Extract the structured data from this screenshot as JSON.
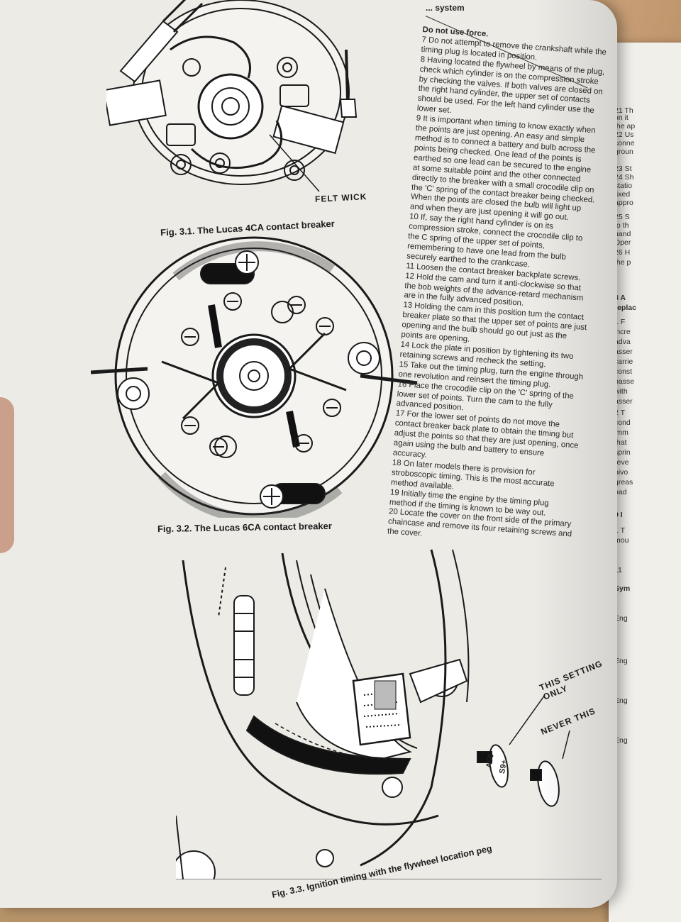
{
  "page_header": "... system",
  "figures": {
    "fig31": {
      "caption": "Fig. 3.1. The Lucas 4CA contact breaker",
      "callout": "FELT WICK"
    },
    "fig32": {
      "caption": "Fig. 3.2. The Lucas 6CA contact breaker"
    },
    "fig33": {
      "caption": "Fig. 3.3. Ignition timing with the flywheel location peg",
      "callout_1": "THIS SETTING ONLY",
      "callout_2": "NEVER THIS",
      "peg_label_1": "A50",
      "peg_label_2": "S9+"
    }
  },
  "text_column": [
    {
      "bold": true,
      "text": "Do not use force."
    },
    {
      "bold": false,
      "text": "7  Do not attempt to remove the crankshaft while the timing plug is located in position."
    },
    {
      "bold": false,
      "text": "8  Having located the flywheel by means of the plug, check which cylinder is on the compression stroke by checking the valves. If both valves are closed on the right hand cylinder, the upper set of contacts should be used. For the left hand cylinder use the lower set."
    },
    {
      "bold": false,
      "text": "9  It is important when timing to know exactly when the points are just opening. An easy and simple method is to connect a battery and bulb across the points being checked. One lead of the points is earthed so one lead can be secured to the engine at some suitable point and the other connected directly to the breaker with a small crocodile clip on the 'C' spring of the contact breaker being checked. When the points are closed the bulb will light up and when they are just opening it will go out."
    },
    {
      "bold": false,
      "text": "10 If, say the right hand cylinder is on its compression stroke, connect the crocodile clip to the C spring of the upper set of points, remembering to have one lead from the bulb securely earthed to the crankcase."
    },
    {
      "bold": false,
      "text": "11 Loosen the contact breaker backplate screws."
    },
    {
      "bold": false,
      "text": "12 Hold the cam and turn it anti-clockwise so that the bob weights of the advance-retard mechanism are in the fully advanced position."
    },
    {
      "bold": false,
      "text": "13 Holding the cam in this position turn the contact breaker plate so that the upper set of points are just opening and the bulb should go out just as the points are opening."
    },
    {
      "bold": false,
      "text": "14 Lock the plate in position by tightening its two retaining screws and recheck the setting."
    },
    {
      "bold": false,
      "text": "15 Take out the timing plug, turn the engine through one revolution and reinsert the timing plug."
    },
    {
      "bold": false,
      "text": "16 Place the crocodile clip on the 'C' spring of the lower set of points. Turn the cam to the fully advanced position."
    },
    {
      "bold": false,
      "text": "17 For the lower set of points do not move the contact breaker back plate to obtain the timing but adjust the points so that they are just opening, once again using the bulb and battery to ensure accuracy."
    },
    {
      "bold": false,
      "text": "18 On later models there is provision for stroboscopic timing. This is the most accurate method available."
    },
    {
      "bold": false,
      "text": "19 Initially time the engine by the timing plug method if the timing is known to be way out."
    },
    {
      "bold": false,
      "text": "20 Locate the cover on the front side of the primary chaincase and remove its four retaining screws and the cover."
    }
  ],
  "right_page_fragments": [
    {
      "bold": false,
      "text": "21 Th"
    },
    {
      "bold": false,
      "text": "on it"
    },
    {
      "bold": false,
      "text": "the ap"
    },
    {
      "bold": false,
      "text": "22 Us"
    },
    {
      "bold": false,
      "text": "conne"
    },
    {
      "bold": false,
      "text": "groun"
    },
    {
      "bold": false,
      "text": "23 St"
    },
    {
      "bold": false,
      "text": "24 Sh"
    },
    {
      "bold": false,
      "text": "statio"
    },
    {
      "bold": false,
      "text": "fixed"
    },
    {
      "bold": false,
      "text": "appro"
    },
    {
      "bold": false,
      "text": "25 S"
    },
    {
      "bold": false,
      "text": "to th"
    },
    {
      "bold": false,
      "text": "hand"
    },
    {
      "bold": false,
      "text": "Oper"
    },
    {
      "bold": false,
      "text": "26 H"
    },
    {
      "bold": false,
      "text": "the p"
    },
    {
      "bold": true,
      "text": "8  A"
    },
    {
      "bold": true,
      "text": "replac"
    },
    {
      "bold": false,
      "text": "1  F"
    },
    {
      "bold": false,
      "text": "incre"
    },
    {
      "bold": false,
      "text": "adva"
    },
    {
      "bold": false,
      "text": "asser"
    },
    {
      "bold": false,
      "text": "carrie"
    },
    {
      "bold": false,
      "text": "const"
    },
    {
      "bold": false,
      "text": "passe"
    },
    {
      "bold": false,
      "text": "with"
    },
    {
      "bold": false,
      "text": "asser"
    },
    {
      "bold": false,
      "text": "2  T"
    },
    {
      "bold": false,
      "text": "cond"
    },
    {
      "bold": false,
      "text": "imm"
    },
    {
      "bold": false,
      "text": "that"
    },
    {
      "bold": false,
      "text": "sprin"
    },
    {
      "bold": false,
      "text": "reve"
    },
    {
      "bold": false,
      "text": "pivo"
    },
    {
      "bold": false,
      "text": "greas"
    },
    {
      "bold": false,
      "text": "pad"
    },
    {
      "bold": true,
      "text": "9  I"
    },
    {
      "bold": false,
      "text": "1  T"
    },
    {
      "bold": false,
      "text": "mou"
    },
    {
      "bold": false,
      "text": "11"
    },
    {
      "bold": true,
      "text": "Sym"
    },
    {
      "bold": false,
      "text": "Eng"
    },
    {
      "bold": false,
      "text": "Eng"
    },
    {
      "bold": false,
      "text": "Eng"
    },
    {
      "bold": false,
      "text": "Eng"
    }
  ]
}
